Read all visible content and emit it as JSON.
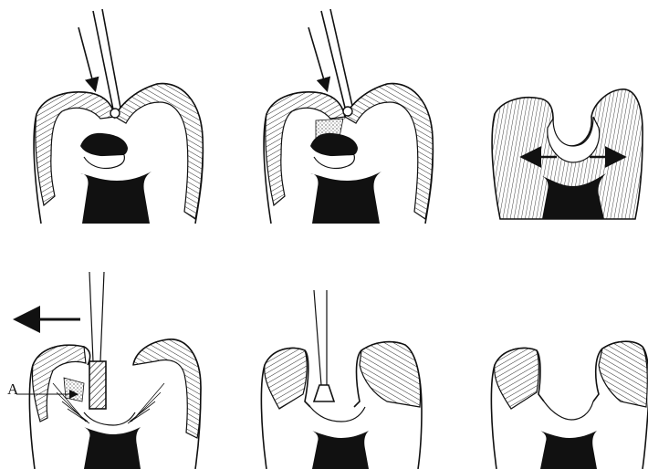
{
  "figure": {
    "panels": [
      {
        "id": "p1",
        "description_name": "chisel-on-enamel-with-caries"
      },
      {
        "id": "p2",
        "description_name": "chisel-fracturing-enamel-dentin"
      },
      {
        "id": "p3",
        "description_name": "enamel-fracture-directions"
      },
      {
        "id": "p4",
        "description_name": "fissure-bur-lateral-cutting"
      },
      {
        "id": "p5",
        "description_name": "inverted-cone-bur-undercut"
      },
      {
        "id": "p6",
        "description_name": "finished-cavity-preparation"
      }
    ],
    "label_a": "A",
    "colors": {
      "ink": "#111111",
      "paper": "#ffffff"
    }
  }
}
